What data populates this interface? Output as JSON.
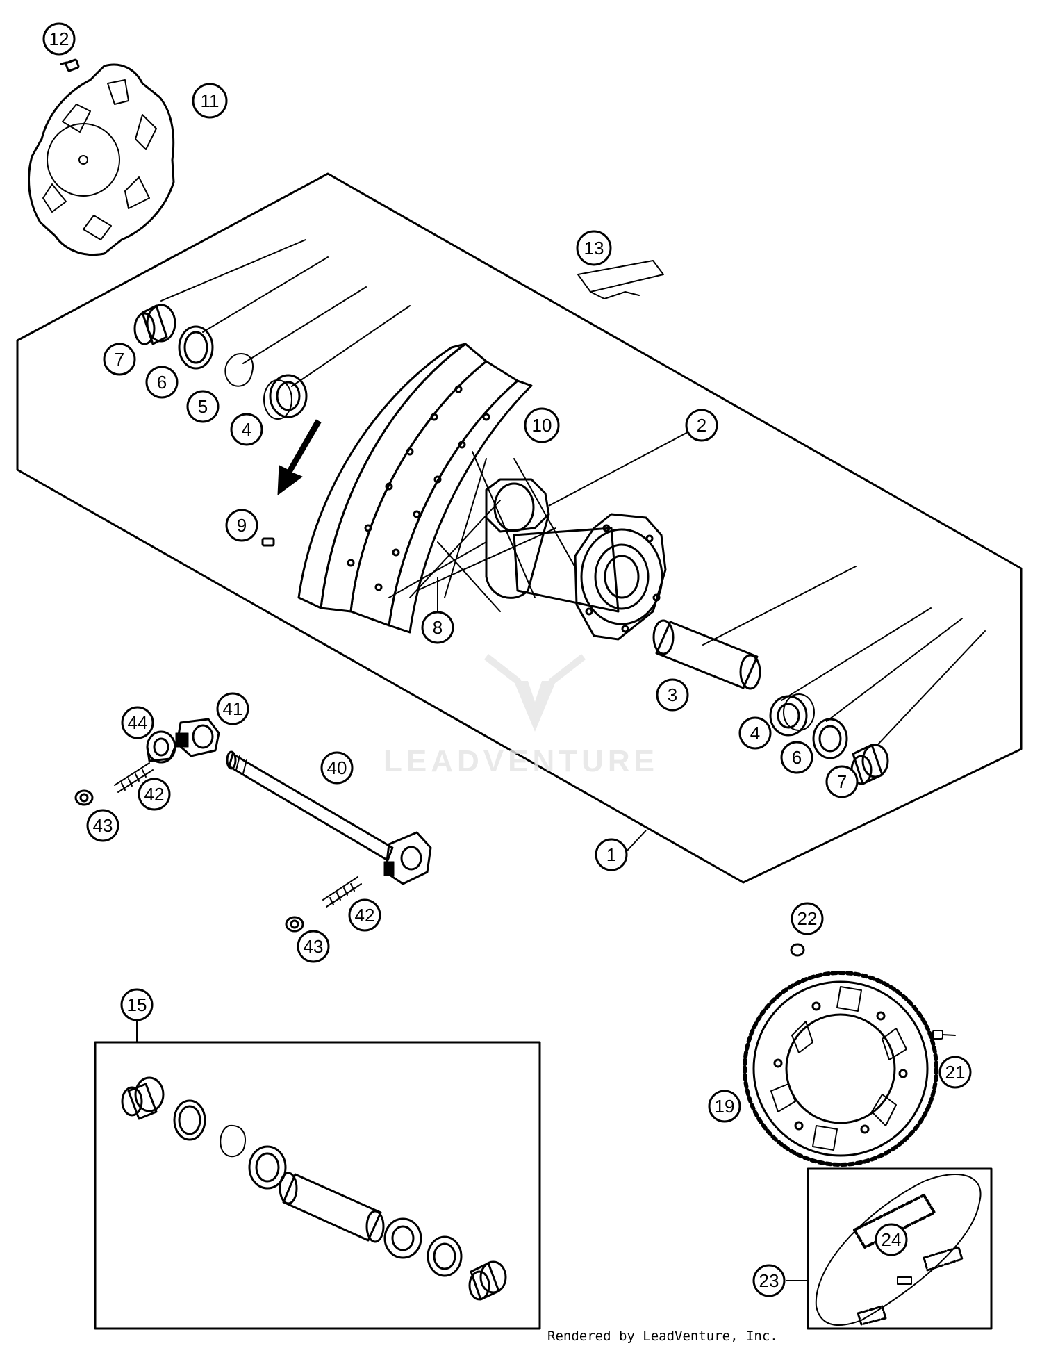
{
  "callouts": {
    "c1": "1",
    "c2": "2",
    "c3": "3",
    "c4a": "4",
    "c4b": "4",
    "c5": "5",
    "c6a": "6",
    "c6b": "6",
    "c7a": "7",
    "c7b": "7",
    "c8": "8",
    "c9": "9",
    "c10": "10",
    "c11": "11",
    "c12": "12",
    "c13": "13",
    "c15": "15",
    "c19": "19",
    "c21": "21",
    "c22": "22",
    "c23": "23",
    "c24": "24",
    "c40": "40",
    "c41": "41",
    "c42a": "42",
    "c42b": "42",
    "c43a": "43",
    "c43b": "43",
    "c44": "44"
  },
  "watermark": {
    "text": "LEADVENTURE"
  },
  "footer": {
    "text": "Rendered by LeadVenture, Inc."
  },
  "colors": {
    "line": "#000000",
    "callout_fill": "#ffffff",
    "callout_fill_dark": "#000000",
    "watermark": "#e4e4e4"
  }
}
